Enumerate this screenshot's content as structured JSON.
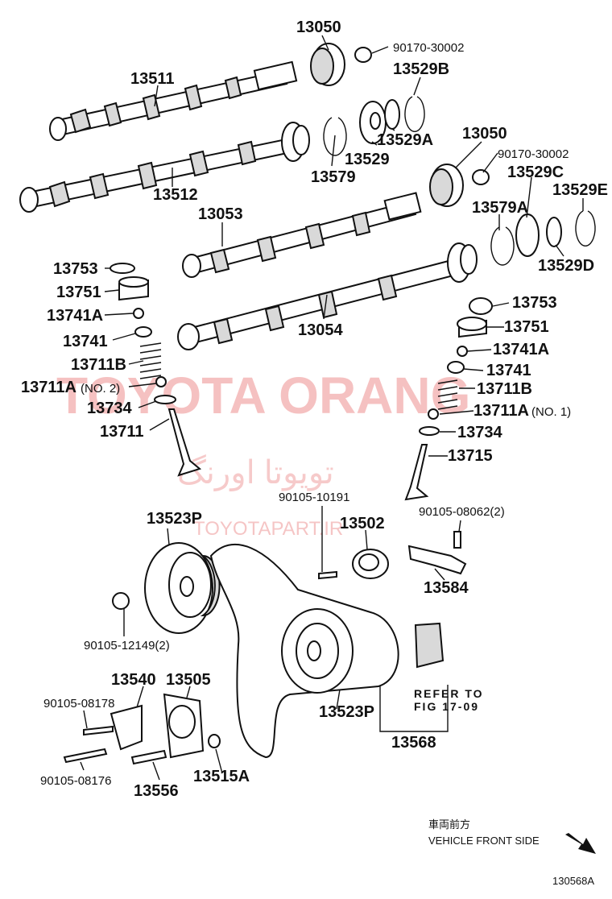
{
  "diagram": {
    "watermark": {
      "primary": "TOYOTA ORANG",
      "secondary": "تویوتا اورنگ",
      "url": "TOYOTAPART.IR"
    },
    "labels": {
      "l13050a": "13050",
      "l90170a": "90170-30002",
      "l13529b": "13529B",
      "l13511": "13511",
      "l13529a": "13529A",
      "l13529": "13529",
      "l13579": "13579",
      "l13512": "13512",
      "l13050b": "13050",
      "l90170b": "90170-30002",
      "l13529c": "13529C",
      "l13529e": "13529E",
      "l13579a": "13579A",
      "l13053": "13053",
      "l13529d": "13529D",
      "l13753a": "13753",
      "l13751a": "13751",
      "l13741aa": "13741A",
      "l13741a": "13741",
      "l13711ba": "13711B",
      "l13711aa": "13711A",
      "no2": "(NO. 2)",
      "l13734a": "13734",
      "l13711": "13711",
      "l13054": "13054",
      "l13753b": "13753",
      "l13751b": "13751",
      "l13741ab": "13741A",
      "l13741b": "13741",
      "l13711bb": "13711B",
      "l13711ab": "13711A",
      "no1": "(NO. 1)",
      "l13734b": "13734",
      "l13715": "13715",
      "l90105_10191": "90105-10191",
      "l90105_08062": "90105-08062(2)",
      "l13523pa": "13523P",
      "l13502": "13502",
      "l13584": "13584",
      "l90105_12149": "90105-12149(2)",
      "l13540": "13540",
      "l13505": "13505",
      "l90105_08178": "90105-08178",
      "l13523pb": "13523P",
      "l13568": "13568",
      "l90105_08176": "90105-08176",
      "l13556": "13556",
      "l13515a": "13515A"
    },
    "refer": {
      "line1": "REFER TO",
      "line2": "FIG 17-09"
    },
    "front": {
      "jp": "車両前方",
      "en": "VEHICLE FRONT SIDE"
    },
    "code": "130568A"
  }
}
